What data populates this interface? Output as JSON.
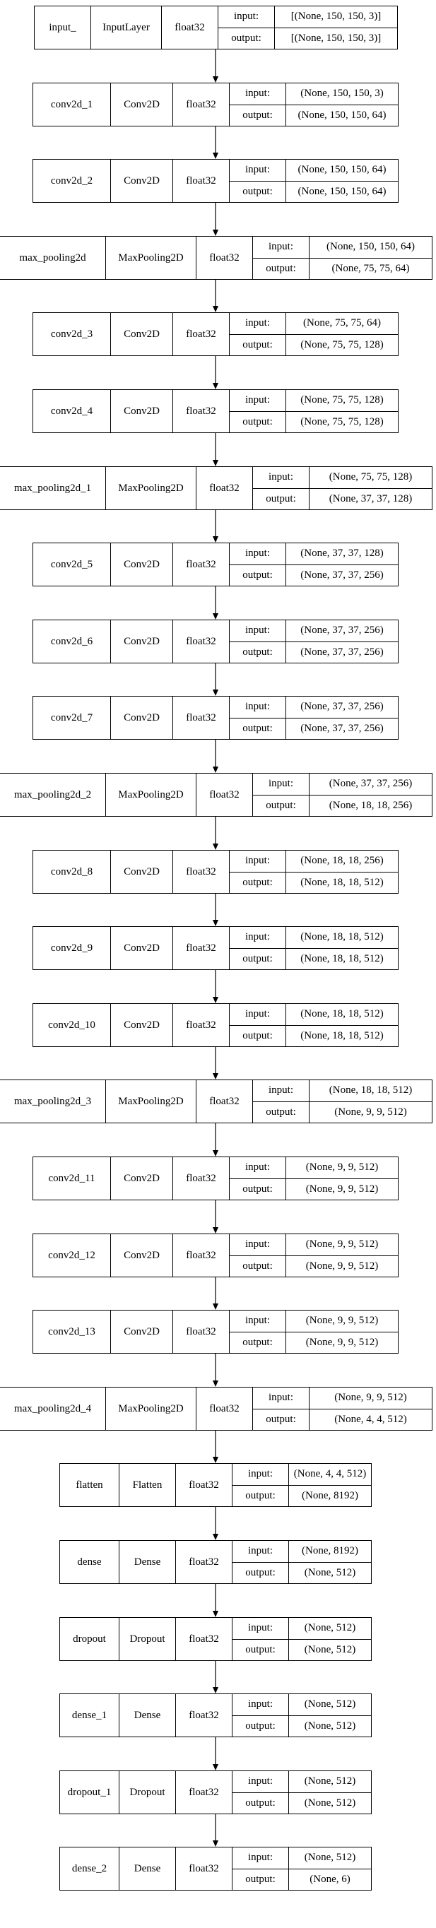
{
  "labels": {
    "input": "input:",
    "output": "output:"
  },
  "layers": [
    {
      "name": "input_",
      "type": "InputLayer",
      "dtype": "float32",
      "input": "[(None, 150, 150, 3)]",
      "output": "[(None, 150, 150, 3)]"
    },
    {
      "name": "conv2d_1",
      "type": "Conv2D",
      "dtype": "float32",
      "input": "(None, 150, 150, 3)",
      "output": "(None, 150, 150, 64)"
    },
    {
      "name": "conv2d_2",
      "type": "Conv2D",
      "dtype": "float32",
      "input": "(None, 150, 150, 64)",
      "output": "(None, 150, 150, 64)"
    },
    {
      "name": "max_pooling2d",
      "type": "MaxPooling2D",
      "dtype": "float32",
      "input": "(None, 150, 150, 64)",
      "output": "(None, 75, 75, 64)"
    },
    {
      "name": "conv2d_3",
      "type": "Conv2D",
      "dtype": "float32",
      "input": "(None, 75, 75, 64)",
      "output": "(None, 75, 75, 128)"
    },
    {
      "name": "conv2d_4",
      "type": "Conv2D",
      "dtype": "float32",
      "input": "(None, 75, 75, 128)",
      "output": "(None, 75, 75, 128)"
    },
    {
      "name": "max_pooling2d_1",
      "type": "MaxPooling2D",
      "dtype": "float32",
      "input": "(None, 75, 75, 128)",
      "output": "(None, 37, 37, 128)"
    },
    {
      "name": "conv2d_5",
      "type": "Conv2D",
      "dtype": "float32",
      "input": "(None, 37, 37, 128)",
      "output": "(None, 37, 37, 256)"
    },
    {
      "name": "conv2d_6",
      "type": "Conv2D",
      "dtype": "float32",
      "input": "(None, 37, 37, 256)",
      "output": "(None, 37, 37, 256)"
    },
    {
      "name": "conv2d_7",
      "type": "Conv2D",
      "dtype": "float32",
      "input": "(None, 37, 37, 256)",
      "output": "(None, 37, 37, 256)"
    },
    {
      "name": "max_pooling2d_2",
      "type": "MaxPooling2D",
      "dtype": "float32",
      "input": "(None, 37, 37, 256)",
      "output": "(None, 18, 18, 256)"
    },
    {
      "name": "conv2d_8",
      "type": "Conv2D",
      "dtype": "float32",
      "input": "(None, 18, 18, 256)",
      "output": "(None, 18, 18, 512)"
    },
    {
      "name": "conv2d_9",
      "type": "Conv2D",
      "dtype": "float32",
      "input": "(None, 18, 18, 512)",
      "output": "(None, 18, 18, 512)"
    },
    {
      "name": "conv2d_10",
      "type": "Conv2D",
      "dtype": "float32",
      "input": "(None, 18, 18, 512)",
      "output": "(None, 18, 18, 512)"
    },
    {
      "name": "max_pooling2d_3",
      "type": "MaxPooling2D",
      "dtype": "float32",
      "input": "(None, 18, 18, 512)",
      "output": "(None, 9, 9, 512)"
    },
    {
      "name": "conv2d_11",
      "type": "Conv2D",
      "dtype": "float32",
      "input": "(None, 9, 9, 512)",
      "output": "(None, 9, 9, 512)"
    },
    {
      "name": "conv2d_12",
      "type": "Conv2D",
      "dtype": "float32",
      "input": "(None, 9, 9, 512)",
      "output": "(None, 9, 9, 512)"
    },
    {
      "name": "conv2d_13",
      "type": "Conv2D",
      "dtype": "float32",
      "input": "(None, 9, 9, 512)",
      "output": "(None, 9, 9, 512)"
    },
    {
      "name": "max_pooling2d_4",
      "type": "MaxPooling2D",
      "dtype": "float32",
      "input": "(None, 9, 9, 512)",
      "output": "(None, 4, 4, 512)"
    },
    {
      "name": "flatten",
      "type": "Flatten",
      "dtype": "float32",
      "input": "(None, 4, 4, 512)",
      "output": "(None, 8192)"
    },
    {
      "name": "dense",
      "type": "Dense",
      "dtype": "float32",
      "input": "(None, 8192)",
      "output": "(None, 512)"
    },
    {
      "name": "dropout",
      "type": "Dropout",
      "dtype": "float32",
      "input": "(None, 512)",
      "output": "(None, 512)"
    },
    {
      "name": "dense_1",
      "type": "Dense",
      "dtype": "float32",
      "input": "(None, 512)",
      "output": "(None, 512)"
    },
    {
      "name": "dropout_1",
      "type": "Dropout",
      "dtype": "float32",
      "input": "(None, 512)",
      "output": "(None, 512)"
    },
    {
      "name": "dense_2",
      "type": "Dense",
      "dtype": "float32",
      "input": "(None, 512)",
      "output": "(None, 6)"
    }
  ]
}
